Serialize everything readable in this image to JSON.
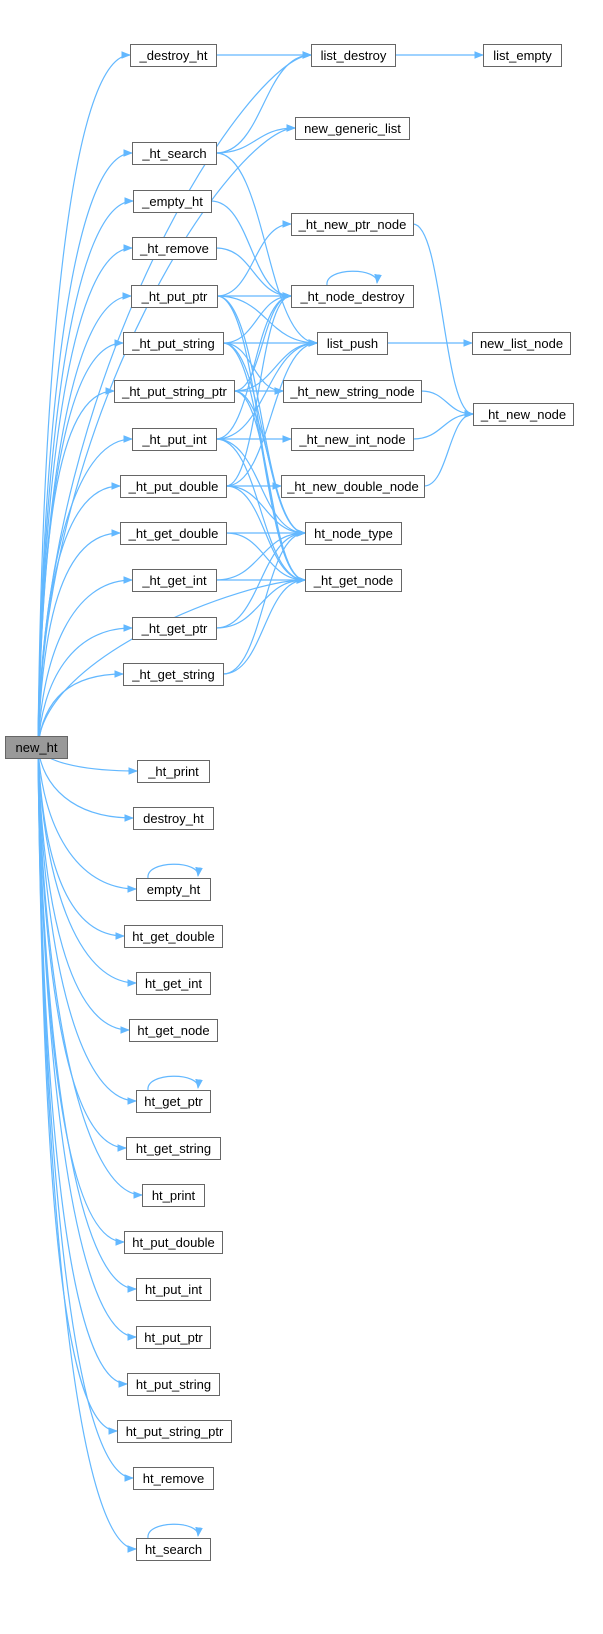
{
  "nodes": [
    {
      "id": "new_ht",
      "label": "new_ht",
      "root": true
    },
    {
      "id": "_destroy_ht",
      "label": "_destroy_ht"
    },
    {
      "id": "list_destroy",
      "label": "list_destroy"
    },
    {
      "id": "list_empty",
      "label": "list_empty"
    },
    {
      "id": "new_generic_list",
      "label": "new_generic_list"
    },
    {
      "id": "_ht_search",
      "label": "_ht_search"
    },
    {
      "id": "_empty_ht",
      "label": "_empty_ht"
    },
    {
      "id": "_ht_new_ptr_node",
      "label": "_ht_new_ptr_node"
    },
    {
      "id": "_ht_remove",
      "label": "_ht_remove"
    },
    {
      "id": "_ht_put_ptr",
      "label": "_ht_put_ptr"
    },
    {
      "id": "_ht_node_destroy",
      "label": "_ht_node_destroy"
    },
    {
      "id": "_ht_put_string",
      "label": "_ht_put_string"
    },
    {
      "id": "list_push",
      "label": "list_push"
    },
    {
      "id": "new_list_node",
      "label": "new_list_node"
    },
    {
      "id": "_ht_put_string_ptr",
      "label": "_ht_put_string_ptr"
    },
    {
      "id": "_ht_new_string_node",
      "label": "_ht_new_string_node"
    },
    {
      "id": "_ht_new_node",
      "label": "_ht_new_node"
    },
    {
      "id": "_ht_put_int",
      "label": "_ht_put_int"
    },
    {
      "id": "_ht_new_int_node",
      "label": "_ht_new_int_node"
    },
    {
      "id": "_ht_put_double",
      "label": "_ht_put_double"
    },
    {
      "id": "_ht_new_double_node",
      "label": "_ht_new_double_node"
    },
    {
      "id": "_ht_get_double",
      "label": "_ht_get_double"
    },
    {
      "id": "ht_node_type",
      "label": "ht_node_type"
    },
    {
      "id": "_ht_get_int",
      "label": "_ht_get_int"
    },
    {
      "id": "_ht_get_node",
      "label": "_ht_get_node"
    },
    {
      "id": "_ht_get_ptr",
      "label": "_ht_get_ptr"
    },
    {
      "id": "_ht_get_string",
      "label": "_ht_get_string"
    },
    {
      "id": "_ht_print",
      "label": "_ht_print"
    },
    {
      "id": "destroy_ht",
      "label": "destroy_ht"
    },
    {
      "id": "empty_ht",
      "label": "empty_ht"
    },
    {
      "id": "ht_get_double",
      "label": "ht_get_double"
    },
    {
      "id": "ht_get_int",
      "label": "ht_get_int"
    },
    {
      "id": "ht_get_node",
      "label": "ht_get_node"
    },
    {
      "id": "ht_get_ptr",
      "label": "ht_get_ptr"
    },
    {
      "id": "ht_get_string",
      "label": "ht_get_string"
    },
    {
      "id": "ht_print",
      "label": "ht_print"
    },
    {
      "id": "ht_put_double",
      "label": "ht_put_double"
    },
    {
      "id": "ht_put_int",
      "label": "ht_put_int"
    },
    {
      "id": "ht_put_ptr",
      "label": "ht_put_ptr"
    },
    {
      "id": "ht_put_string",
      "label": "ht_put_string"
    },
    {
      "id": "ht_put_string_ptr",
      "label": "ht_put_string_ptr"
    },
    {
      "id": "ht_remove",
      "label": "ht_remove"
    },
    {
      "id": "ht_search",
      "label": "ht_search"
    }
  ],
  "edges": [
    [
      "new_ht",
      "_destroy_ht"
    ],
    [
      "new_ht",
      "list_destroy"
    ],
    [
      "new_ht",
      "new_generic_list"
    ],
    [
      "new_ht",
      "_ht_search"
    ],
    [
      "new_ht",
      "_empty_ht"
    ],
    [
      "new_ht",
      "_ht_remove"
    ],
    [
      "new_ht",
      "_ht_put_ptr"
    ],
    [
      "new_ht",
      "_ht_put_string"
    ],
    [
      "new_ht",
      "_ht_put_string_ptr"
    ],
    [
      "new_ht",
      "_ht_put_int"
    ],
    [
      "new_ht",
      "_ht_put_double"
    ],
    [
      "new_ht",
      "_ht_get_double"
    ],
    [
      "new_ht",
      "_ht_get_int"
    ],
    [
      "new_ht",
      "_ht_get_ptr"
    ],
    [
      "new_ht",
      "_ht_get_string"
    ],
    [
      "new_ht",
      "_ht_get_node"
    ],
    [
      "new_ht",
      "_ht_print"
    ],
    [
      "new_ht",
      "destroy_ht"
    ],
    [
      "new_ht",
      "empty_ht"
    ],
    [
      "new_ht",
      "ht_get_double"
    ],
    [
      "new_ht",
      "ht_get_int"
    ],
    [
      "new_ht",
      "ht_get_node"
    ],
    [
      "new_ht",
      "ht_get_ptr"
    ],
    [
      "new_ht",
      "ht_get_string"
    ],
    [
      "new_ht",
      "ht_print"
    ],
    [
      "new_ht",
      "ht_put_double"
    ],
    [
      "new_ht",
      "ht_put_int"
    ],
    [
      "new_ht",
      "ht_put_ptr"
    ],
    [
      "new_ht",
      "ht_put_string"
    ],
    [
      "new_ht",
      "ht_put_string_ptr"
    ],
    [
      "new_ht",
      "ht_remove"
    ],
    [
      "new_ht",
      "ht_search"
    ],
    [
      "_destroy_ht",
      "list_destroy"
    ],
    [
      "list_destroy",
      "list_empty"
    ],
    [
      "_ht_search",
      "list_destroy"
    ],
    [
      "_ht_search",
      "new_generic_list"
    ],
    [
      "_ht_search",
      "list_push"
    ],
    [
      "_empty_ht",
      "_ht_node_destroy"
    ],
    [
      "_ht_remove",
      "_ht_node_destroy"
    ],
    [
      "_ht_node_destroy",
      "_ht_node_destroy"
    ],
    [
      "_ht_put_ptr",
      "_ht_new_ptr_node"
    ],
    [
      "_ht_put_ptr",
      "_ht_node_destroy"
    ],
    [
      "_ht_put_ptr",
      "list_push"
    ],
    [
      "_ht_put_ptr",
      "ht_node_type"
    ],
    [
      "_ht_put_ptr",
      "_ht_get_node"
    ],
    [
      "_ht_put_string",
      "_ht_node_destroy"
    ],
    [
      "_ht_put_string",
      "list_push"
    ],
    [
      "_ht_put_string",
      "_ht_new_string_node"
    ],
    [
      "_ht_put_string",
      "ht_node_type"
    ],
    [
      "_ht_put_string",
      "_ht_get_node"
    ],
    [
      "_ht_put_string_ptr",
      "_ht_node_destroy"
    ],
    [
      "_ht_put_string_ptr",
      "list_push"
    ],
    [
      "_ht_put_string_ptr",
      "_ht_new_string_node"
    ],
    [
      "_ht_put_string_ptr",
      "ht_node_type"
    ],
    [
      "_ht_put_string_ptr",
      "_ht_get_node"
    ],
    [
      "_ht_put_int",
      "_ht_node_destroy"
    ],
    [
      "_ht_put_int",
      "list_push"
    ],
    [
      "_ht_put_int",
      "_ht_new_int_node"
    ],
    [
      "_ht_put_int",
      "ht_node_type"
    ],
    [
      "_ht_put_int",
      "_ht_get_node"
    ],
    [
      "_ht_put_double",
      "_ht_node_destroy"
    ],
    [
      "_ht_put_double",
      "list_push"
    ],
    [
      "_ht_put_double",
      "_ht_new_double_node"
    ],
    [
      "_ht_put_double",
      "ht_node_type"
    ],
    [
      "_ht_put_double",
      "_ht_get_node"
    ],
    [
      "list_push",
      "new_list_node"
    ],
    [
      "_ht_new_ptr_node",
      "_ht_new_node"
    ],
    [
      "_ht_new_string_node",
      "_ht_new_node"
    ],
    [
      "_ht_new_int_node",
      "_ht_new_node"
    ],
    [
      "_ht_new_double_node",
      "_ht_new_node"
    ],
    [
      "_ht_get_double",
      "ht_node_type"
    ],
    [
      "_ht_get_double",
      "_ht_get_node"
    ],
    [
      "_ht_get_int",
      "ht_node_type"
    ],
    [
      "_ht_get_int",
      "_ht_get_node"
    ],
    [
      "_ht_get_ptr",
      "ht_node_type"
    ],
    [
      "_ht_get_ptr",
      "_ht_get_node"
    ],
    [
      "_ht_get_string",
      "ht_node_type"
    ],
    [
      "_ht_get_string",
      "_ht_get_node"
    ],
    [
      "empty_ht",
      "empty_ht"
    ],
    [
      "ht_get_ptr",
      "ht_get_ptr"
    ],
    [
      "ht_search",
      "ht_search"
    ]
  ],
  "colors": {
    "edge": "#63b8ff",
    "node_border": "#666666",
    "root_fill": "#999999",
    "node_fill": "#ffffff"
  }
}
